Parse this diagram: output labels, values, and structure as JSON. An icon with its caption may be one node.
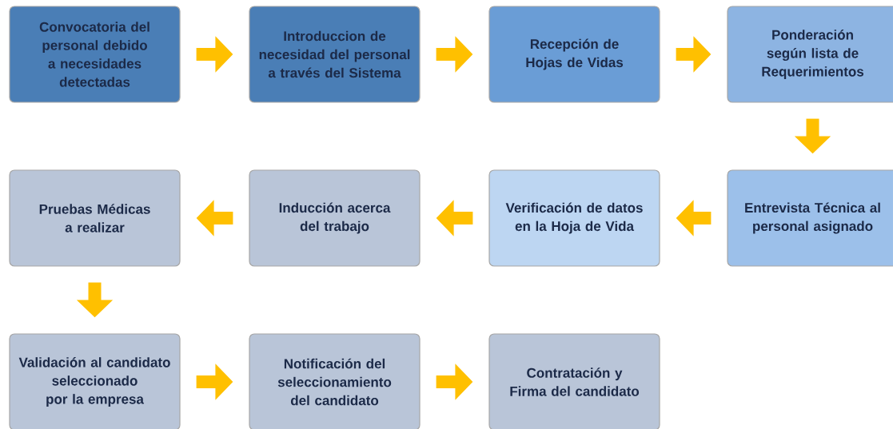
{
  "diagram": {
    "nodes": [
      {
        "text": [
          "Convocatoria del personal debido a necesidades detectadas"
        ]
      },
      {
        "text": [
          "Introduccion de necesidad del personal a través del Sistema"
        ]
      },
      {
        "text": [
          "Recepción de Hojas de Vidas"
        ]
      },
      {
        "text": [
          "Ponderación según lista de Requerimientos"
        ]
      },
      {
        "text": [
          "Pruebas Médicas a realizar"
        ]
      },
      {
        "text": [
          "Inducción acerca del trabajo"
        ]
      },
      {
        "text": [
          "Verificación de datos en la Hoja de Vida"
        ]
      },
      {
        "text": [
          "Entrevista Técnica al personal asignado"
        ]
      },
      {
        "text": [
          "Validación al candidato seleccionado por la empresa"
        ]
      },
      {
        "text": [
          "Notificación del seleccionamiento del candidato"
        ]
      },
      {
        "text": [
          "Contratación y Firma del candidato"
        ]
      }
    ],
    "edges": [
      {
        "from": 0,
        "to": 1,
        "arrow": "to"
      },
      {
        "from": 1,
        "to": 2,
        "arrow": "to"
      },
      {
        "from": 2,
        "to": 3,
        "arrow": "to"
      },
      {
        "from": 3,
        "to": 7,
        "arrow": "to"
      },
      {
        "from": 7,
        "to": 6,
        "arrow": "to"
      },
      {
        "from": 6,
        "to": 5,
        "arrow": "to"
      },
      {
        "from": 5,
        "to": 4,
        "arrow": "to"
      },
      {
        "from": 4,
        "to": 8,
        "arrow": "to"
      },
      {
        "from": 8,
        "to": 9,
        "arrow": "to"
      },
      {
        "from": 9,
        "to": 10,
        "arrow": "to"
      }
    ]
  }
}
